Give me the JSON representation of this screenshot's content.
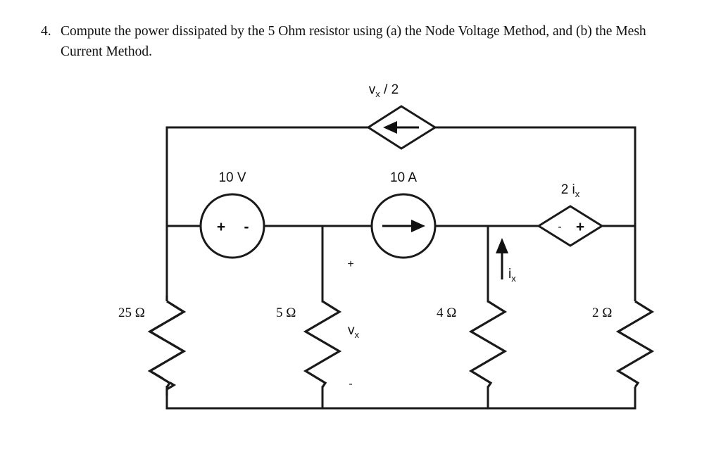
{
  "question": {
    "number": "4.",
    "text": "Compute the power dissipated by the 5 Ohm resistor using (a) the Node Voltage Method, and (b) the Mesh Current Method."
  },
  "circuit": {
    "sources": {
      "top_dependent_current": {
        "label_main": "v",
        "label_sub": "x",
        "label_tail": " / 2",
        "symbol": "diamond",
        "arrow_direction": "left"
      },
      "voltage_source": {
        "label": "10 V",
        "symbol": "circle",
        "plus": "+",
        "minus": "-"
      },
      "current_source": {
        "label": "10 A",
        "symbol": "circle",
        "arrow_direction": "right"
      },
      "right_dependent_voltage": {
        "label_main": "2 i",
        "label_sub": "x",
        "symbol": "diamond",
        "minus": "-",
        "plus": "+"
      }
    },
    "resistors": [
      {
        "label": "25 Ω",
        "name": "resistor-25-ohm"
      },
      {
        "label": "5 Ω",
        "name": "resistor-5-ohm"
      },
      {
        "label": "4 Ω",
        "name": "resistor-4-ohm"
      },
      {
        "label": "2 Ω",
        "name": "resistor-2-ohm"
      }
    ],
    "annotations": {
      "vx_plus": "+",
      "vx_main": "v",
      "vx_sub": "x",
      "vx_minus": "-",
      "ix_label": "i",
      "ix_sub": "x"
    },
    "colors": {
      "wire": "#1a1a1a",
      "background": "#ffffff",
      "text": "#111111"
    }
  }
}
